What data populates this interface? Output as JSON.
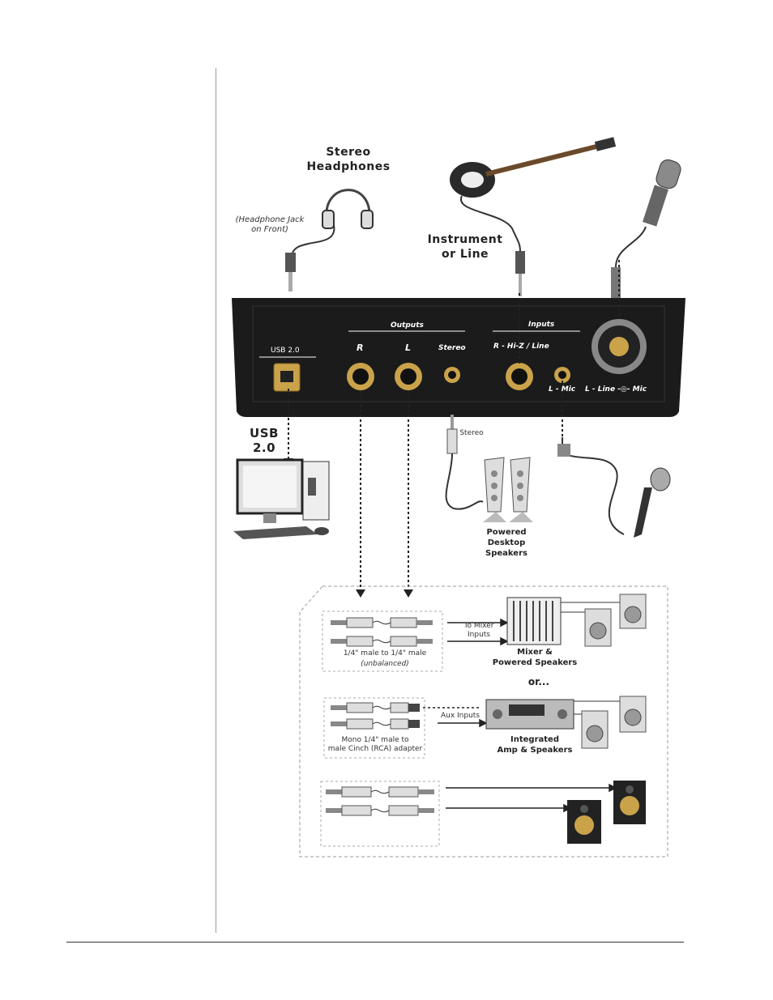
{
  "labels": {
    "headphones": "Stereo\nHeadphones",
    "headphone_jack": "(Headphone Jack\non Front)",
    "instrument": "Instrument\nor Line",
    "usb": "USB\n2.0",
    "powered_desktop": "Powered\nDesktop\nSpeakers",
    "stereo_plug": "Stereo",
    "mixer": "Mixer &\nPowered Speakers",
    "or": "or...",
    "amp": "Integrated\nAmp & Speakers",
    "to_mixer": "To Mixer\nInputs",
    "aux_inputs": "Aux Inputs",
    "cable1_desc": "1/4\" male to 1/4\" male",
    "cable1_sub": "(unbalanced)",
    "cable2_desc": "Mono 1/4\" male to\nmale Cinch (RCA) adapter"
  },
  "panel": {
    "usb_label": "USB 2.0",
    "outputs_label": "Outputs",
    "inputs_label": "Inputs",
    "out_r": "R",
    "out_l": "L",
    "out_stereo": "Stereo",
    "in_r": "R - Hi-Z / Line",
    "in_l_mic": "L - Mic",
    "in_l_line_mic": "L - Line -◎- Mic"
  },
  "colors": {
    "panel": "#1b1b1b",
    "jack_gold": "#c9a24a",
    "cable": "#333333",
    "dashed_frame": "#999999"
  }
}
